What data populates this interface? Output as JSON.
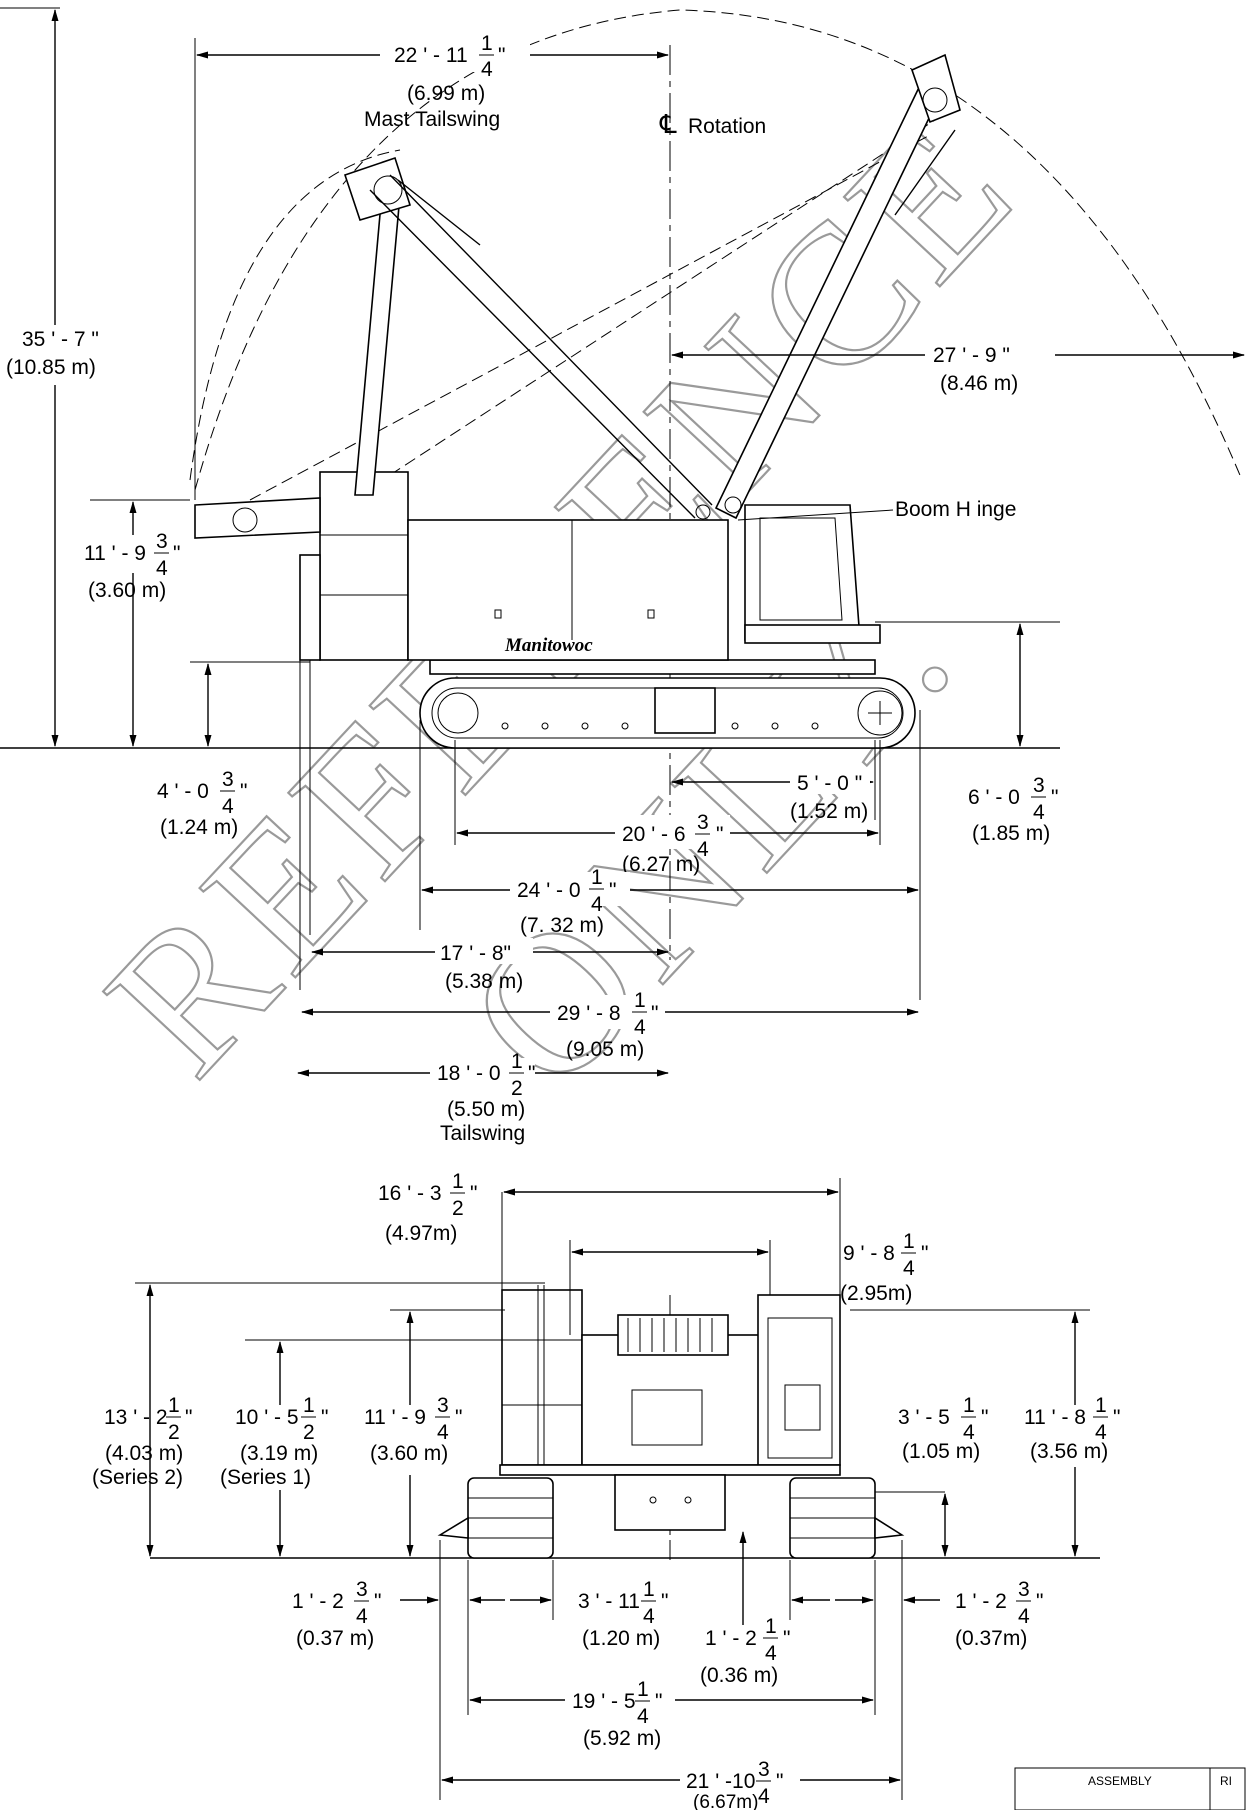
{
  "side_view": {
    "mast_tailswing": {
      "feet_inches": "22 ' - 11",
      "fraction": {
        "num": "1",
        "den": "4"
      },
      "inch_mark": "\"",
      "metric": "(6.99 m)",
      "label": "Mast Tailswing"
    },
    "rotation_label": "Rotation",
    "boom_hinge_label": "Boom H inge",
    "overall_height": {
      "feet_inches": "35 ' - 7 \"",
      "metric": "(10.85 m)"
    },
    "boom_radius": {
      "feet_inches": "27 ' - 9 \"",
      "metric": "(8.46 m)"
    },
    "counterweight_height": {
      "feet_inches": "11 ' - 9",
      "fraction": {
        "num": "3",
        "den": "4"
      },
      "inch_mark": "\"",
      "metric": "(3.60 m)"
    },
    "ground_clearance": {
      "feet_inches": "4 ' - 0",
      "fraction": {
        "num": "3",
        "den": "4"
      },
      "inch_mark": "\"",
      "metric": "(1.24 m)"
    },
    "hinge_height": {
      "feet_inches": "6 ' - 0",
      "fraction": {
        "num": "3",
        "den": "4"
      },
      "inch_mark": "\"",
      "metric": "(1.85 m)"
    },
    "hinge_offset": {
      "feet_inches": "5 ' - 0 \"",
      "metric": "(1.52 m)"
    },
    "tumbler_centers": {
      "feet_inches": "20 ' - 6",
      "fraction": {
        "num": "3",
        "den": "4"
      },
      "inch_mark": "\"",
      "metric": "(6.27 m)"
    },
    "track_length": {
      "feet_inches": "24 ' - 0",
      "fraction": {
        "num": "1",
        "den": "4"
      },
      "inch_mark": "\"",
      "metric": "(7. 32 m)"
    },
    "rear_of_carbody": {
      "feet_inches": "17 ' - 8\"",
      "metric": "(5.38 m)"
    },
    "overall_length": {
      "feet_inches": "29 ' - 8",
      "fraction": {
        "num": "1",
        "den": "4"
      },
      "inch_mark": "\"",
      "metric": "(9.05 m)"
    },
    "tailswing": {
      "feet_inches": "18 ' - 0",
      "fraction": {
        "num": "1",
        "den": "2"
      },
      "inch_mark": "\"",
      "metric": "(5.50 m)",
      "label": "Tailswing"
    },
    "brand": "Manitowoc"
  },
  "front_view": {
    "overall_width_upper": {
      "feet_inches": "16 ' - 3",
      "fraction": {
        "num": "1",
        "den": "2"
      },
      "inch_mark": "\"",
      "metric": "(4.97m)"
    },
    "upper_width": {
      "feet_inches": "9 ' - 8",
      "fraction": {
        "num": "1",
        "den": "4"
      },
      "inch_mark": "\"",
      "metric": "(2.95m)"
    },
    "height_series2": {
      "feet_inches": "13 ' - 2",
      "fraction": {
        "num": "1",
        "den": "2"
      },
      "inch_mark": "\"",
      "metric": "(4.03 m)",
      "note": "(Series 2)"
    },
    "height_series1": {
      "feet_inches": "10 ' - 5",
      "fraction": {
        "num": "1",
        "den": "2"
      },
      "inch_mark": "\"",
      "metric": "(3.19 m)",
      "note": "(Series 1)"
    },
    "counterweight_height": {
      "feet_inches": "11 ' - 9",
      "fraction": {
        "num": "3",
        "den": "4"
      },
      "inch_mark": "\"",
      "metric": "(3.60 m)"
    },
    "carbody_height": {
      "feet_inches": "3 ' - 5",
      "fraction": {
        "num": "1",
        "den": "4"
      },
      "inch_mark": "\"",
      "metric": "(1.05 m)"
    },
    "cab_height": {
      "feet_inches": "11 ' - 8",
      "fraction": {
        "num": "1",
        "den": "4"
      },
      "inch_mark": "\"",
      "metric": "(3.56 m)"
    },
    "left_shoe": {
      "feet_inches": "1 ' - 2",
      "fraction": {
        "num": "3",
        "den": "4"
      },
      "inch_mark": "\"",
      "metric": "(0.37 m)"
    },
    "right_shoe": {
      "feet_inches": "1 ' - 2",
      "fraction": {
        "num": "3",
        "den": "4"
      },
      "inch_mark": "\"",
      "metric": "(0.37m)"
    },
    "track_width": {
      "feet_inches": "3 ' - 11",
      "fraction": {
        "num": "1",
        "den": "4"
      },
      "inch_mark": "\"",
      "metric": "(1.20 m)"
    },
    "ground_clearance": {
      "feet_inches": "1 ' - 2",
      "fraction": {
        "num": "1",
        "den": "4"
      },
      "inch_mark": "\"",
      "metric": "(0.36 m)"
    },
    "track_gauge": {
      "feet_inches": "19 ' - 5",
      "fraction": {
        "num": "1",
        "den": "4"
      },
      "inch_mark": "\"",
      "metric": "(5.92 m)"
    },
    "overall_width": {
      "feet_inches": "21 ' -10",
      "fraction": {
        "num": "3",
        "den": "4"
      },
      "inch_mark": "\"",
      "metric": "(6.67m)"
    }
  },
  "watermark": {
    "line1": "REFERENCE",
    "line2": "ONLY."
  },
  "title_block": {
    "assembly_label": "ASSEMBLY",
    "rev_label": "RI"
  },
  "colors": {
    "ink": "#000000",
    "watermark": "#9a9a9a",
    "paper": "#ffffff"
  }
}
